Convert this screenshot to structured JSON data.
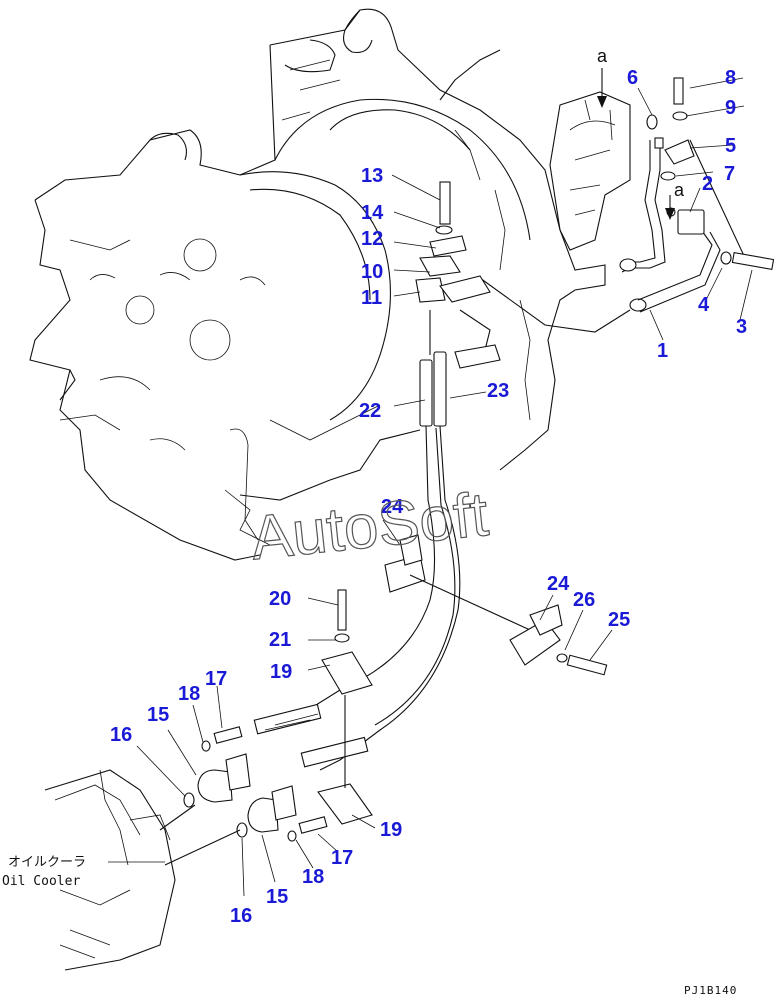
{
  "callouts": {
    "c1": "1",
    "c2": "2",
    "c3": "3",
    "c4": "4",
    "c5": "5",
    "c6": "6",
    "c7": "7",
    "c8": "8",
    "c9": "9",
    "c10": "10",
    "c11": "11",
    "c12": "12",
    "c13": "13",
    "c14": "14",
    "c15a": "15",
    "c15b": "15",
    "c16a": "16",
    "c16b": "16",
    "c17a": "17",
    "c17b": "17",
    "c18a": "18",
    "c18b": "18",
    "c19a": "19",
    "c19b": "19",
    "c20": "20",
    "c21": "21",
    "c22": "22",
    "c23": "23",
    "c24a": "24",
    "c24b": "24",
    "c25": "25",
    "c26": "26"
  },
  "view_markers": {
    "a_top": "a",
    "a_side": "a"
  },
  "oil_cooler_jp": "オイルクーラ",
  "oil_cooler_en": "Oil Cooler",
  "watermark": "AutoSoft",
  "drawing_code": "PJ1B140",
  "colors": {
    "callout": "#1a1ad6",
    "line": "#111111"
  }
}
